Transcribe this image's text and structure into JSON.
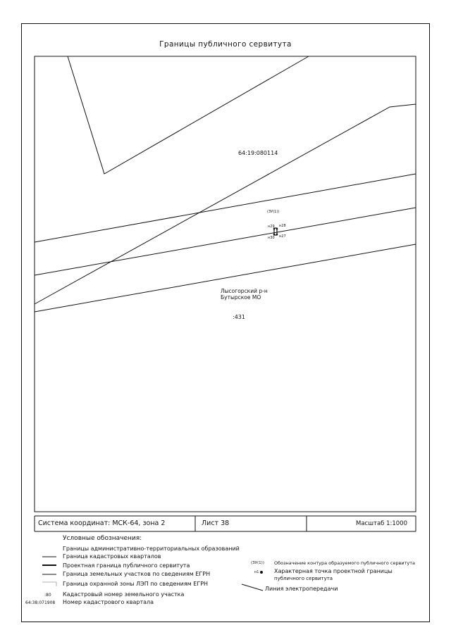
{
  "title": "Границы публичного сервитута",
  "map": {
    "quarter_label": "64:19:080114",
    "contour_label": "(ЗУ(1))",
    "point_labels": [
      "н29",
      "н28",
      "н27",
      "н30"
    ],
    "district_label_line1": "Лысогорский р-н",
    "district_label_line2": "Бутырское МО",
    "parcel_label": ":431"
  },
  "footer": {
    "coord_system": "Система координат: МСК-64, зона 2",
    "sheet": "Лист 38",
    "scale": "Масштаб 1:1000"
  },
  "legend": {
    "heading": "Условные обозначения:",
    "left": [
      "Границы административно-территориальных образований",
      "Граница кадастровых кварталов",
      "Проектная граница публичного сервитута",
      "Граница земельных участков по сведениям ЕГРН",
      "Граница охранной зоны ЛЭП по сведениям ЕГРН",
      "Кадастровый номер земельного участка",
      "Номер кадастрового квартала"
    ],
    "left_symbols": {
      "parcel_number": ":80",
      "quarter_number": "64:38:071908"
    },
    "right": {
      "contour_symbol": "(ЗУ(1))",
      "contour_text": "Обозначение контура образуемого публичного сервитута",
      "point_symbol": "н1",
      "point_text_line1": "Характерная точка проектной границы",
      "point_text_line2": "публичного сервитута",
      "power_line_text": "Линия электропередачи"
    }
  }
}
